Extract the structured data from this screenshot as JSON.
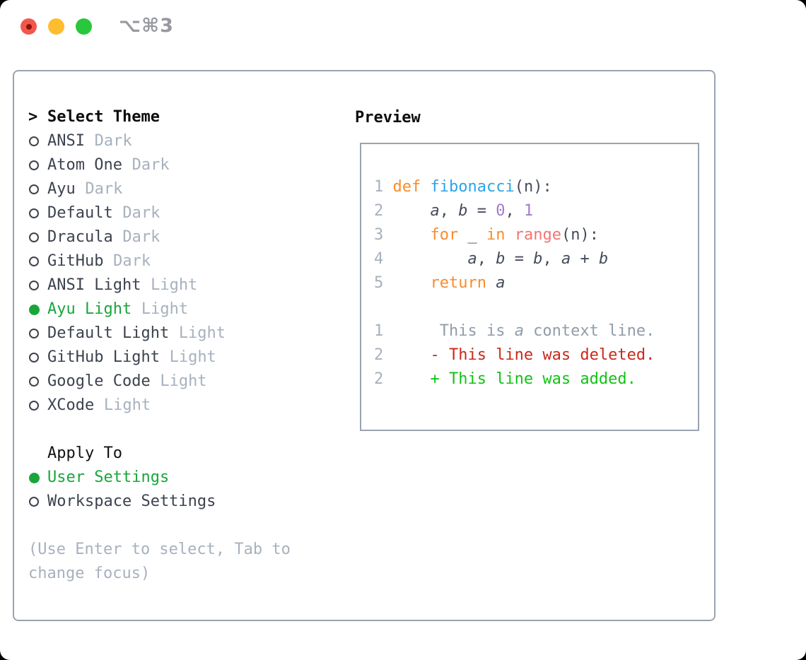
{
  "titlebar": {
    "shortcut": "⌥⌘3",
    "traffic_lights": [
      {
        "name": "close",
        "color": "#f3574c",
        "dot": "#8c1309"
      },
      {
        "name": "minimize",
        "color": "#fdbd2e"
      },
      {
        "name": "zoom",
        "color": "#28c73c"
      }
    ]
  },
  "theme_picker": {
    "prompt": ">",
    "title": "Select Theme",
    "items": [
      {
        "name": "ANSI",
        "variant": "Dark",
        "selected": false
      },
      {
        "name": "Atom One",
        "variant": "Dark",
        "selected": false
      },
      {
        "name": "Ayu",
        "variant": "Dark",
        "selected": false
      },
      {
        "name": "Default",
        "variant": "Dark",
        "selected": false
      },
      {
        "name": "Dracula",
        "variant": "Dark",
        "selected": false
      },
      {
        "name": "GitHub",
        "variant": "Dark",
        "selected": false
      },
      {
        "name": "ANSI Light",
        "variant": "Light",
        "selected": false
      },
      {
        "name": "Ayu Light",
        "variant": "Light",
        "selected": true
      },
      {
        "name": "Default Light",
        "variant": "Light",
        "selected": false
      },
      {
        "name": "GitHub Light",
        "variant": "Light",
        "selected": false
      },
      {
        "name": "Google Code",
        "variant": "Light",
        "selected": false
      },
      {
        "name": "XCode",
        "variant": "Light",
        "selected": false
      }
    ]
  },
  "apply_to": {
    "title": "Apply To",
    "options": [
      {
        "label": "User Settings",
        "selected": true
      },
      {
        "label": "Workspace Settings",
        "selected": false
      }
    ]
  },
  "hint_lines": [
    "(Use Enter to select, Tab to",
    "change focus)"
  ],
  "preview": {
    "title": "Preview",
    "colors": {
      "gut": "#a7b1be",
      "txt": "#454c59",
      "kw": "#f88c2b",
      "fn": "#2ba4ea",
      "num": "#a37acc",
      "call": "#f17672",
      "ctx": "#929ca9",
      "del": "#c9291b",
      "add": "#11c214"
    },
    "lines": [
      {
        "tokens": [
          [
            "1 ",
            "gut"
          ],
          [
            "def",
            "kw"
          ],
          [
            " ",
            "txt"
          ],
          [
            "fibonacci",
            "fn"
          ],
          [
            "(n):",
            "txt"
          ]
        ]
      },
      {
        "tokens": [
          [
            "2 ",
            "gut"
          ],
          [
            "    ",
            "txt"
          ],
          [
            "a",
            "txt",
            1
          ],
          [
            ", ",
            "txt"
          ],
          [
            "b",
            "txt",
            1
          ],
          [
            " = ",
            "txt"
          ],
          [
            "0",
            "num"
          ],
          [
            ", ",
            "txt"
          ],
          [
            "1",
            "num"
          ]
        ]
      },
      {
        "tokens": [
          [
            "3 ",
            "gut"
          ],
          [
            "    ",
            "txt"
          ],
          [
            "for",
            "kw"
          ],
          [
            " _ ",
            "txt"
          ],
          [
            "in",
            "kw"
          ],
          [
            " ",
            "txt"
          ],
          [
            "range",
            "call"
          ],
          [
            "(n):",
            "txt"
          ]
        ]
      },
      {
        "tokens": [
          [
            "4 ",
            "gut"
          ],
          [
            "        ",
            "txt"
          ],
          [
            "a",
            "txt",
            1
          ],
          [
            ", ",
            "txt"
          ],
          [
            "b",
            "txt",
            1
          ],
          [
            " = ",
            "txt"
          ],
          [
            "b",
            "txt",
            1
          ],
          [
            ", ",
            "txt"
          ],
          [
            "a",
            "txt",
            1
          ],
          [
            " + ",
            "txt"
          ],
          [
            "b",
            "txt",
            1
          ]
        ]
      },
      {
        "tokens": [
          [
            "5 ",
            "gut"
          ],
          [
            "    ",
            "txt"
          ],
          [
            "return",
            "kw"
          ],
          [
            " ",
            "txt"
          ],
          [
            "a",
            "txt",
            1
          ]
        ]
      },
      {
        "tokens": []
      },
      {
        "tokens": [
          [
            "1 ",
            "gut"
          ],
          [
            "     This is ",
            "ctx"
          ],
          [
            "a",
            "ctx",
            1
          ],
          [
            " context line.",
            "ctx"
          ]
        ]
      },
      {
        "tokens": [
          [
            "2 ",
            "gut"
          ],
          [
            "    - This line was deleted.",
            "del"
          ]
        ]
      },
      {
        "tokens": [
          [
            "2 ",
            "gut"
          ],
          [
            "    + This line was added.",
            "add"
          ]
        ]
      }
    ]
  },
  "colors": {
    "selection_green": "#18a63b",
    "item_text": "#3c434e",
    "muted_text": "#a7b1be",
    "panel_border": "#9aa4b0",
    "title_text": "#0d0d0f"
  }
}
